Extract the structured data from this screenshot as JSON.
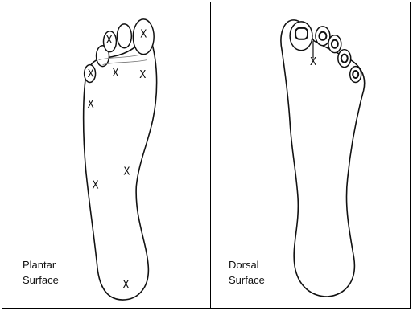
{
  "panels": [
    {
      "id": "plantar",
      "label_line1": "Plantar",
      "label_line2": "Surface",
      "sites": [
        {
          "toe": "hallux",
          "mark": "X"
        },
        {
          "toe": "third-toe",
          "mark": "X"
        },
        {
          "toe": "fifth-toe",
          "mark": "X"
        },
        {
          "site": "third-metatarsal-head",
          "mark": "X"
        },
        {
          "site": "first-metatarsal-head",
          "mark": "X"
        },
        {
          "site": "fifth-metatarsal-base",
          "mark": "X"
        },
        {
          "site": "medial-midfoot",
          "mark": "X"
        },
        {
          "site": "lateral-midfoot",
          "mark": "X"
        },
        {
          "site": "heel",
          "mark": "X"
        }
      ]
    },
    {
      "id": "dorsal",
      "label_line1": "Dorsal",
      "label_line2": "Surface",
      "sites": [
        {
          "site": "dorsal-forefoot",
          "mark": "X"
        }
      ]
    }
  ]
}
